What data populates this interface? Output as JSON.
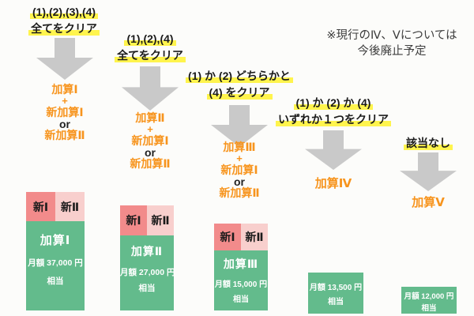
{
  "note": {
    "line1": "※現行のⅣ、Ⅴについては",
    "line2": "今後廃止予定"
  },
  "colors": {
    "accent_orange": "#f7941d",
    "box_green": "#63bb8c",
    "tag_pink_dark": "#f28b8b",
    "tag_pink_light": "#f8cfcd",
    "highlight_yellow": "#fff44d",
    "arrow_gray": "#c9c9c9"
  },
  "columns": [
    {
      "condition": [
        "(1),(2),(3),(4)",
        "全てをクリア"
      ],
      "result": {
        "main": "加算Ⅰ",
        "plus": "+",
        "alt1": "新加算Ⅰ",
        "or": "or",
        "alt2": "新加算Ⅱ"
      },
      "box": {
        "tag1": "新Ⅰ",
        "tag2": "新Ⅱ",
        "title": "加算Ⅰ",
        "amount": "月額 37,000 円",
        "suffix": "相当"
      }
    },
    {
      "condition": [
        "(1),(2),(4)",
        "全てをクリア"
      ],
      "result": {
        "main": "加算Ⅱ",
        "plus": "+",
        "alt1": "新加算Ⅰ",
        "or": "or",
        "alt2": "新加算Ⅱ"
      },
      "box": {
        "tag1": "新Ⅰ",
        "tag2": "新Ⅱ",
        "title": "加算Ⅱ",
        "amount": "月額 27,000 円",
        "suffix": "相当"
      }
    },
    {
      "condition": [
        "(1) か (2) どちらかと",
        "(4) をクリア"
      ],
      "result": {
        "main": "加算Ⅲ",
        "plus": "+",
        "alt1": "新加算Ⅰ",
        "or": "or",
        "alt2": "新加算Ⅱ"
      },
      "box": {
        "tag1": "新Ⅰ",
        "tag2": "新Ⅱ",
        "title": "加算Ⅲ",
        "amount": "月額 15,000 円",
        "suffix": "相当"
      }
    },
    {
      "condition": [
        "(1) か (2) か (4)",
        "いずれか１つをクリア"
      ],
      "result": {
        "main": "加算Ⅳ"
      },
      "box": {
        "amount": "月額 13,500 円",
        "suffix": "相当"
      }
    },
    {
      "condition": [
        "該当なし"
      ],
      "result": {
        "main": "加算Ⅴ"
      },
      "box": {
        "amount": "月額 12,000 円",
        "suffix": "相当"
      }
    }
  ]
}
